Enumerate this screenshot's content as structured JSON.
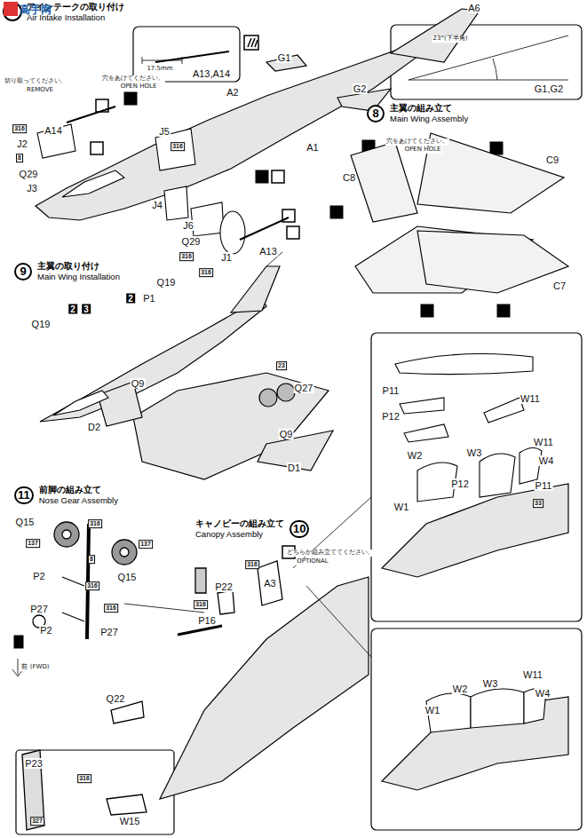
{
  "diagram": {
    "nodes": [
      {
        "text": [
          "アインテークの取り付け",
          "Air Intake Installation"
        ]
      },
      {
        "text": [
          "8",
          "主翼の組み立て",
          "Main Wing Assembly"
        ]
      },
      {
        "text": [
          "9",
          "主翼の取り付け",
          "Main Wing Installation"
        ]
      },
      {
        "text": [
          "11",
          "前脚の組み立て",
          "Nose Gear Assembly"
        ]
      },
      {
        "text": [
          "10",
          "キャノピーの組み立て",
          "Canopy Assembly"
        ]
      }
    ],
    "labels": [
      "高手网",
      "A6",
      "G1",
      "A2",
      "G2",
      "A1",
      "切り取ってください。",
      "REMOVE",
      "穴をあけてください。",
      "OPEN HOLE",
      "A14",
      "316",
      "J2",
      "8",
      "Q29",
      "J3",
      "J5",
      "316",
      "J4",
      "J6",
      "Q29",
      "316",
      "J1",
      "316",
      "A13",
      "17.5mm",
      "A13,A14",
      "23°(下半角)",
      "G1,G2",
      "穴をあけてください。",
      "OPEN HOLE",
      "C8",
      "C9",
      "C7",
      "2",
      "P1",
      "Q19",
      "2",
      "3",
      "Q19",
      "Q9",
      "23",
      "Q27",
      "D2",
      "Q9",
      "D1",
      "P11",
      "W11",
      "P12",
      "W11",
      "W2",
      "W3",
      "W4",
      "P12",
      "P11",
      "33",
      "W1",
      "どちらか組み立ててください。",
      "OPTIONAL",
      "W11",
      "W2",
      "W3",
      "W4",
      "W1",
      "Q15",
      "316",
      "137",
      "137",
      "8",
      "Q15",
      "P2",
      "316",
      "P27",
      "316",
      "P2",
      "P27",
      "前 (FWD)",
      "316",
      "A3",
      "P22",
      "316",
      "P16",
      "Q22",
      "P23",
      "316",
      "327",
      "W15"
    ]
  }
}
